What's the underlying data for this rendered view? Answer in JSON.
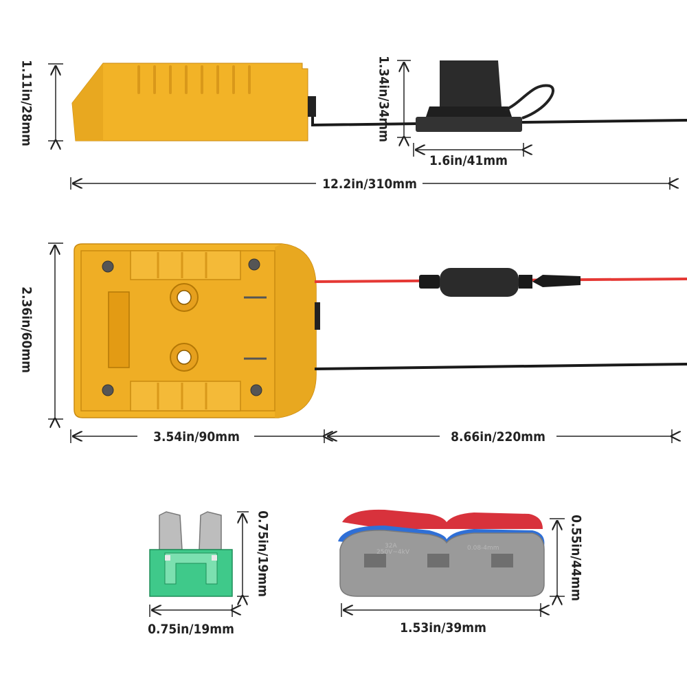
{
  "dimensions": {
    "adapter_side_height": "1.11in/28mm",
    "fuse_holder_height": "1.34in/34mm",
    "fuse_holder_length": "1.6in/41mm",
    "total_length": "12.2in/310mm",
    "adapter_top_height": "2.36in/60mm",
    "adapter_length": "3.54in/90mm",
    "cable_length": "8.66in/220mm",
    "fuse_height": "0.75in/19mm",
    "fuse_width": "0.75in/19mm",
    "connector_height": "0.55in/44mm",
    "connector_length": "1.53in/39mm"
  },
  "connector_print": {
    "rating": "32A",
    "voltage": "250V~4kV",
    "wire_range": "0.08-4mm"
  },
  "colors": {
    "housing": "#F2B327",
    "housing_dark": "#D9981A",
    "wire_black": "#1a1a1a",
    "wire_red": "#E53935",
    "fuse_green": "#3FC98A",
    "connector_gray": "#9A9A9A",
    "lever_red": "#D8323C",
    "lever_blue": "#2F6FD6"
  }
}
